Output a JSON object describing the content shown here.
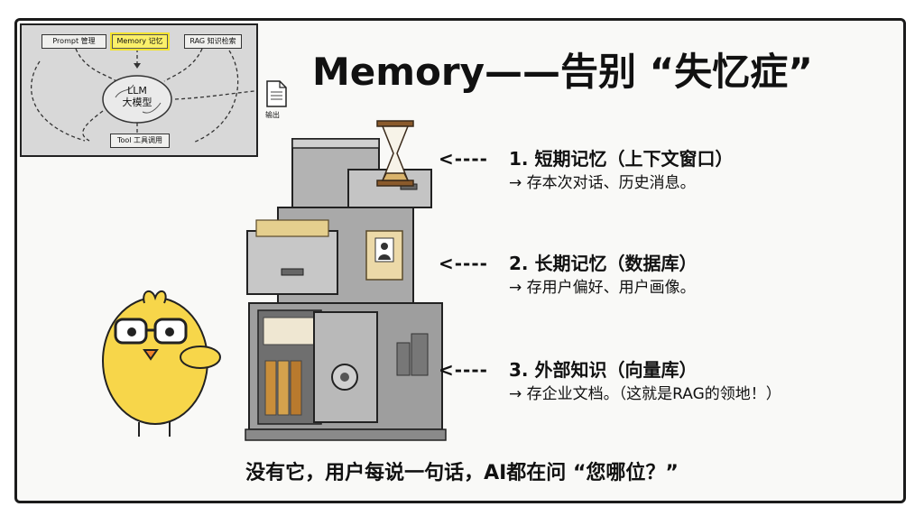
{
  "diagram": {
    "title": "Memory——告别 “失忆症”",
    "mini": {
      "prompt": "Prompt 管理",
      "memory": "Memory 记忆",
      "rag": "RAG 知识检索",
      "llm": "LLM",
      "llm_sub": "大模型",
      "output": "输出",
      "tool": "Tool 工具调用"
    },
    "items": [
      {
        "lead": "<----",
        "head": "1. 短期记忆（上下文窗口）",
        "sub": "→ 存本次对话、历史消息。"
      },
      {
        "lead": "<----",
        "head": "2. 长期记忆（数据库）",
        "sub": "→ 存用户偏好、用户画像。"
      },
      {
        "lead": "<----",
        "head": "3. 外部知识（向量库）",
        "sub": "→ 存企业文档。（这就是RAG的领地！）"
      }
    ],
    "bottom": "没有它，用户每说一句话，AI都在问 “您哪位？”"
  },
  "colors": {
    "accent_yellow": "#fbf06a",
    "chick": "#f7d64a",
    "cabinet": "#a9a9a9",
    "frame": "#1b1b1b"
  }
}
